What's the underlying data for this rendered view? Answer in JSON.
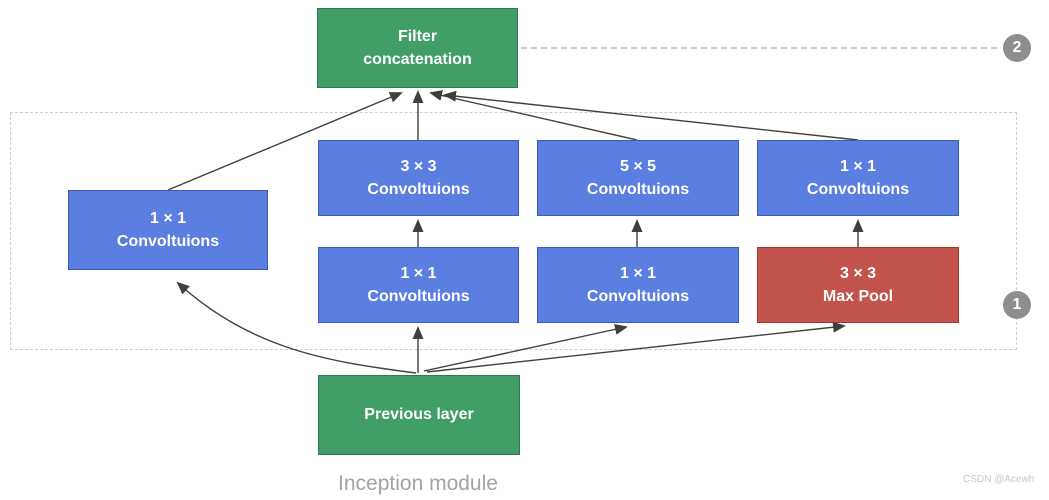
{
  "diagram": {
    "caption": "Inception module",
    "watermark": "CSDN @Acewh",
    "badge_1": "1",
    "badge_2": "2",
    "nodes": {
      "filter_concat": {
        "line1": "Filter",
        "line2": "concatenation"
      },
      "conv_1x1_left": {
        "line1": "1 × 1",
        "line2": "Convoltuions"
      },
      "conv_3x3": {
        "line1": "3 × 3",
        "line2": "Convoltuions"
      },
      "conv_5x5": {
        "line1": "5 × 5",
        "line2": "Convoltuions"
      },
      "conv_1x1_right": {
        "line1": "1 × 1",
        "line2": "Convoltuions"
      },
      "conv_1x1_mid_left": {
        "line1": "1 × 1",
        "line2": "Convoltuions"
      },
      "conv_1x1_mid_right": {
        "line1": "1 × 1",
        "line2": "Convoltuions"
      },
      "max_pool": {
        "line1": "3 × 3",
        "line2": "Max Pool"
      },
      "previous_layer": {
        "line1": "Previous layer"
      }
    },
    "colors": {
      "green": "#419e66",
      "blue": "#5b7fe0",
      "red": "#c2544b",
      "arrow": "#3f3f3f",
      "badge_gray": "#8e8e8e",
      "dashed_border": "#cccccc",
      "caption_text": "#a3a3a3",
      "watermark_text": "#c3c9cd"
    }
  }
}
